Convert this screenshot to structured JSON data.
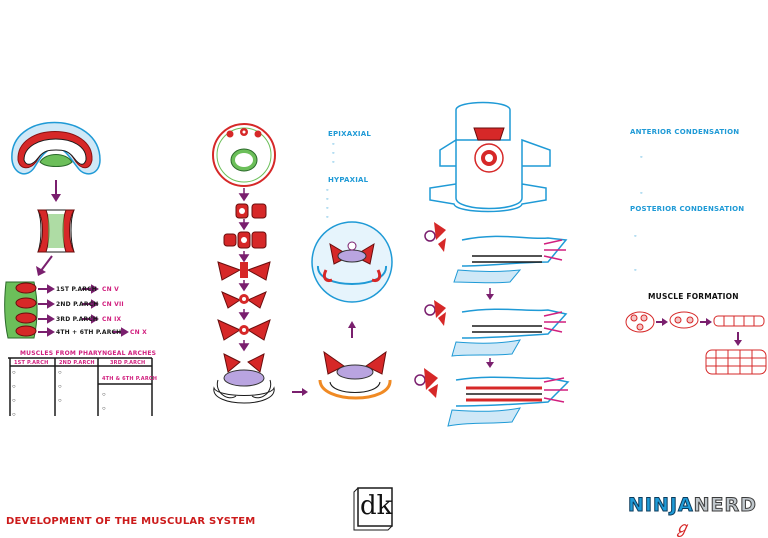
{
  "diagram": {
    "title": "DEVELOPMENT OF THE MUSCULAR SYSTEM",
    "arches": [
      {
        "arch": "1ST P.ARCH",
        "nerve": "CN V"
      },
      {
        "arch": "2ND P.ARCH",
        "nerve": "CN VII"
      },
      {
        "arch": "3RD P.ARCH",
        "nerve": "CN IX"
      },
      {
        "arch": "4TH + 6TH P.ARCH",
        "nerve": "CN X"
      }
    ],
    "arch_table": {
      "title": "MUSCLES FROM PHARYNGEAL ARCHES",
      "headers": [
        "1ST P.ARCH",
        "2ND P.ARCH",
        "3RD P.ARCH"
      ],
      "subheader": "4TH & 6TH P.ARCH"
    },
    "epaxial_label": "EPIXAXIAL",
    "hypaxial_label": "HYPAXIAL",
    "anterior_label": "ANTERIOR CONDENSATION",
    "posterior_label": "POSTERIOR CONDENSATION",
    "muscle_formation_label": "MUSCLE FORMATION",
    "logo_dk": "dk",
    "logo_brand_a": "NINJA",
    "logo_brand_b": "NERD"
  },
  "colors": {
    "red": "#d62828",
    "pink": "#d11f7e",
    "blue": "#1f9ad6",
    "purple": "#7a1f6e",
    "orange": "#f08a24"
  }
}
